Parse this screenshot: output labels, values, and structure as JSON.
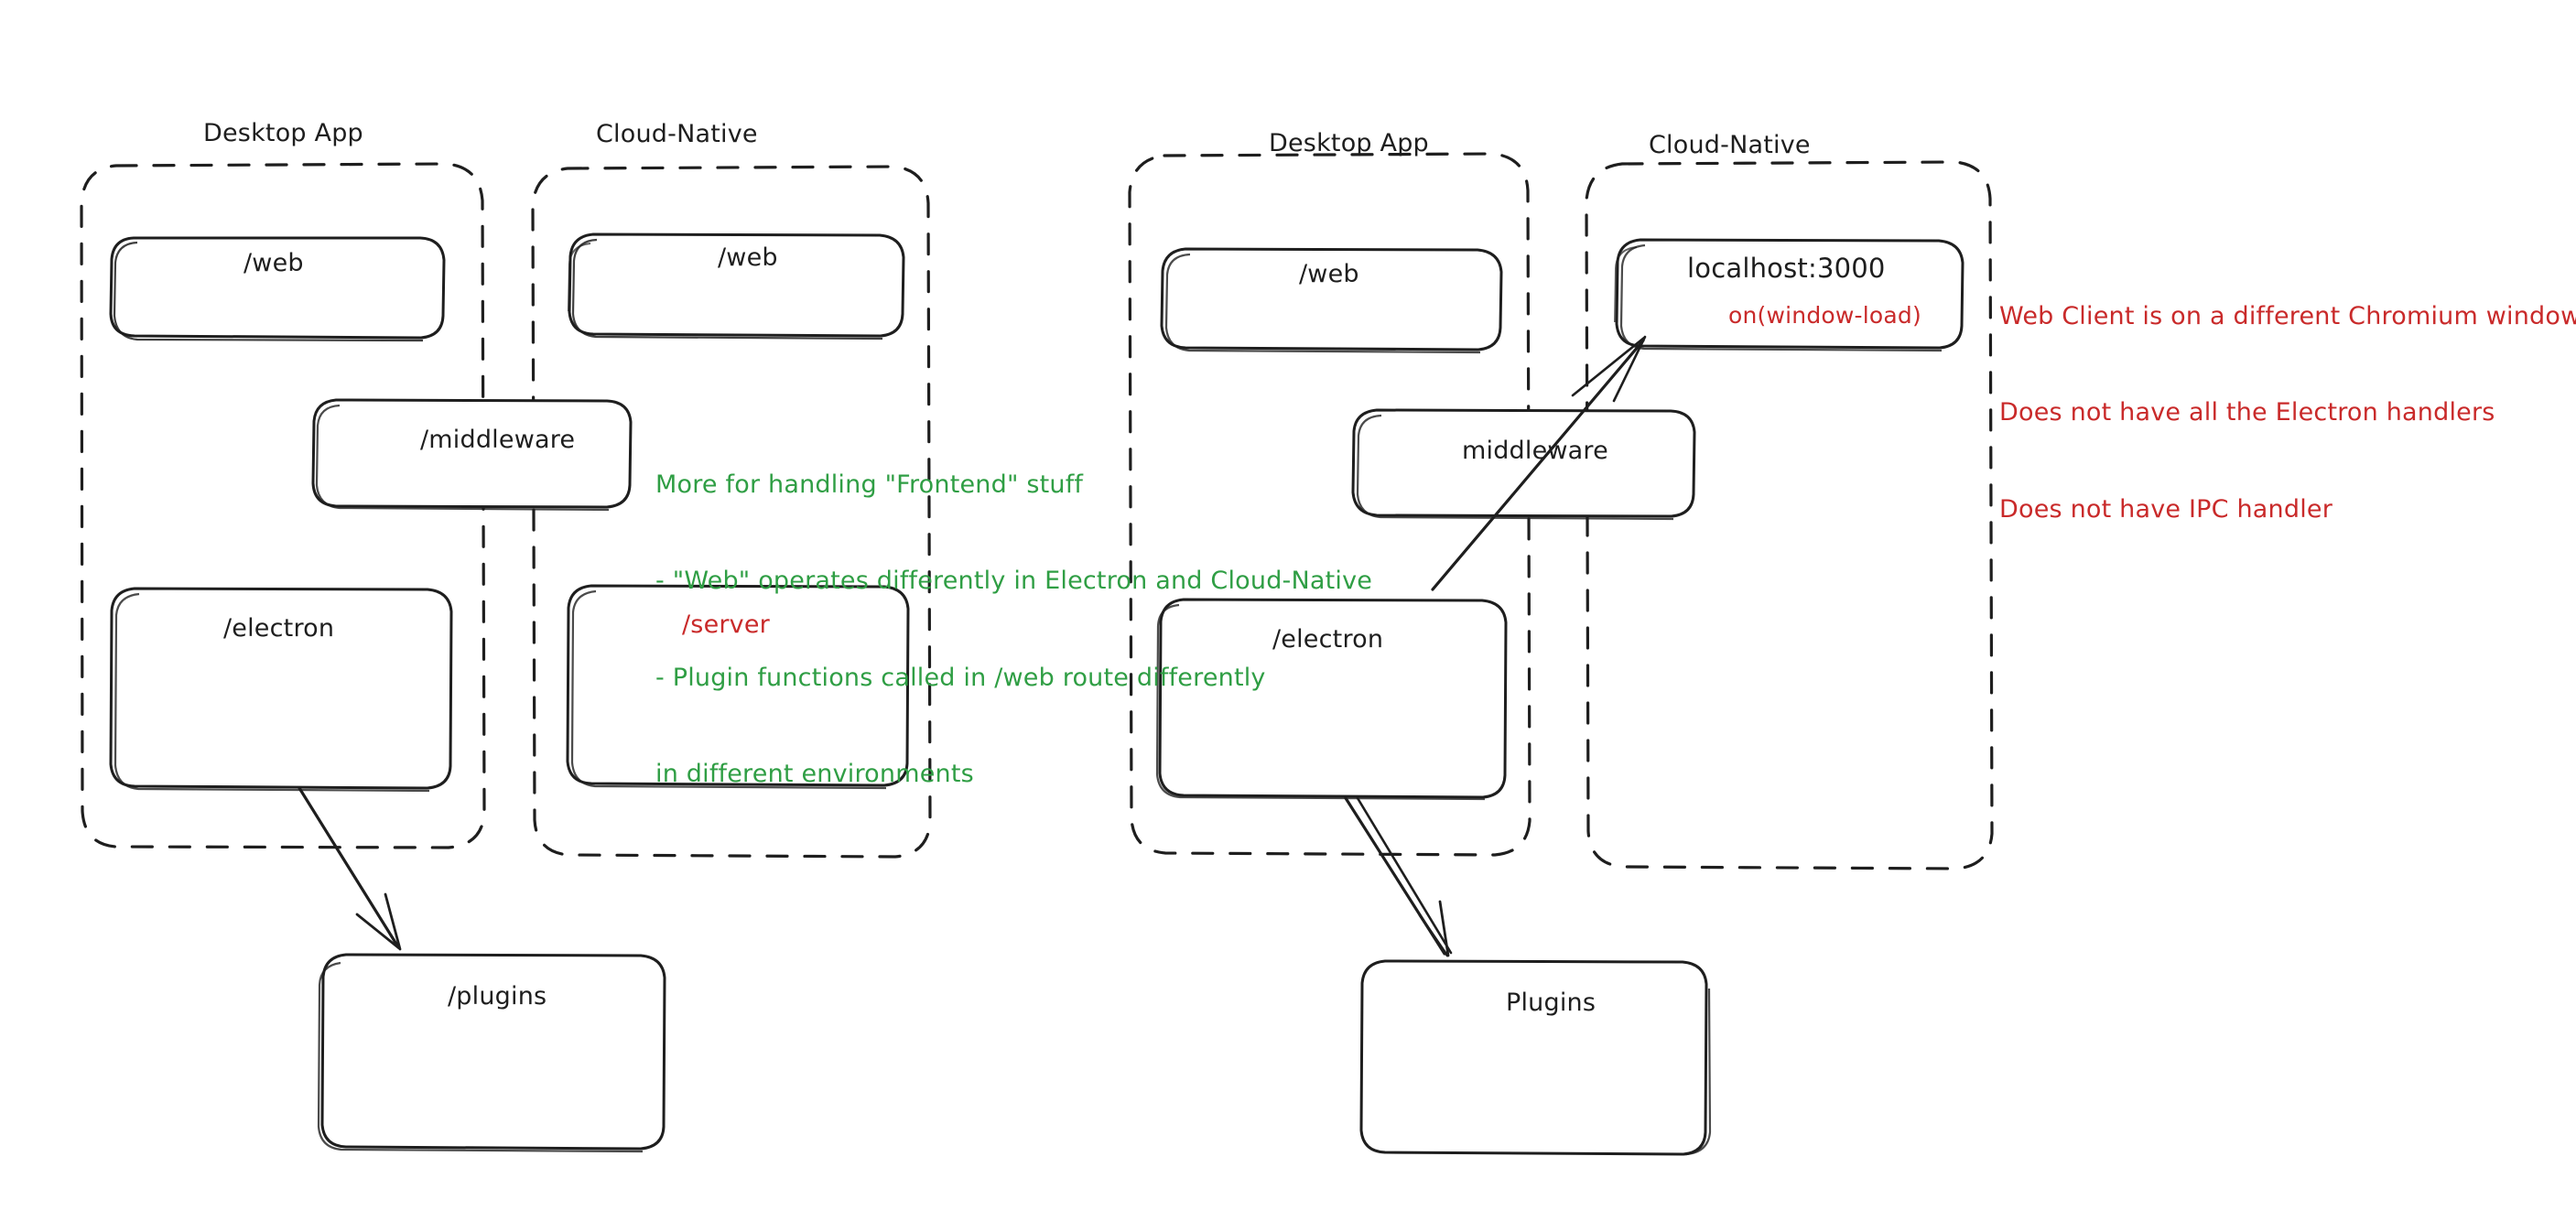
{
  "meta": {
    "title": "Desktop App vs Cloud-Native architecture sketch",
    "style": "hand-drawn",
    "background": "#ffffff",
    "colors": {
      "stroke": "#1e1e1e",
      "green": "#2f9e44",
      "red": "#c92a2a"
    }
  },
  "diagrams": [
    {
      "id": "left",
      "groups": [
        {
          "id": "left-desktop-app",
          "title": "Desktop App",
          "nodes": [
            {
              "id": "left-web",
              "label": "/web"
            },
            {
              "id": "left-electron",
              "label": "/electron"
            }
          ]
        },
        {
          "id": "left-cloud-native",
          "title": "Cloud-Native",
          "nodes": [
            {
              "id": "left-web-cloud",
              "label": "/web"
            },
            {
              "id": "left-server",
              "label": "/server"
            }
          ]
        }
      ],
      "straddling_nodes": [
        {
          "id": "left-middleware",
          "label": "/middleware"
        }
      ],
      "outside_nodes": [
        {
          "id": "left-plugins",
          "label": "/plugins"
        }
      ],
      "arrows": [
        {
          "from": "left-electron",
          "to": "left-plugins"
        }
      ]
    },
    {
      "id": "right",
      "groups": [
        {
          "id": "right-desktop-app",
          "title": "Desktop App",
          "nodes": [
            {
              "id": "right-web",
              "label": "/web"
            },
            {
              "id": "right-electron",
              "label": "/electron"
            }
          ]
        },
        {
          "id": "right-cloud-native",
          "title": "Cloud-Native",
          "nodes": [
            {
              "id": "right-localhost",
              "label": "localhost:3000",
              "sublabel": "on(window-load)"
            }
          ]
        }
      ],
      "straddling_nodes": [
        {
          "id": "right-middleware",
          "label": "middleware"
        }
      ],
      "outside_nodes": [
        {
          "id": "right-plugins",
          "label": "Plugins"
        }
      ],
      "arrows": [
        {
          "from": "right-electron",
          "to": "right-localhost"
        },
        {
          "from": "right-electron",
          "to": "right-plugins"
        }
      ]
    }
  ],
  "annotations": {
    "green_note": {
      "color": "#2f9e44",
      "lines": [
        "More for handling \"Frontend\" stuff",
        "- \"Web\" operates differently in Electron and Cloud-Native",
        "- Plugin functions called in /web route differently",
        "in different environments"
      ]
    },
    "red_note": {
      "color": "#c92a2a",
      "lines": [
        "Web Client is on a different Chromium window",
        "Does not have all the Electron handlers",
        "Does not have IPC handler"
      ]
    }
  }
}
